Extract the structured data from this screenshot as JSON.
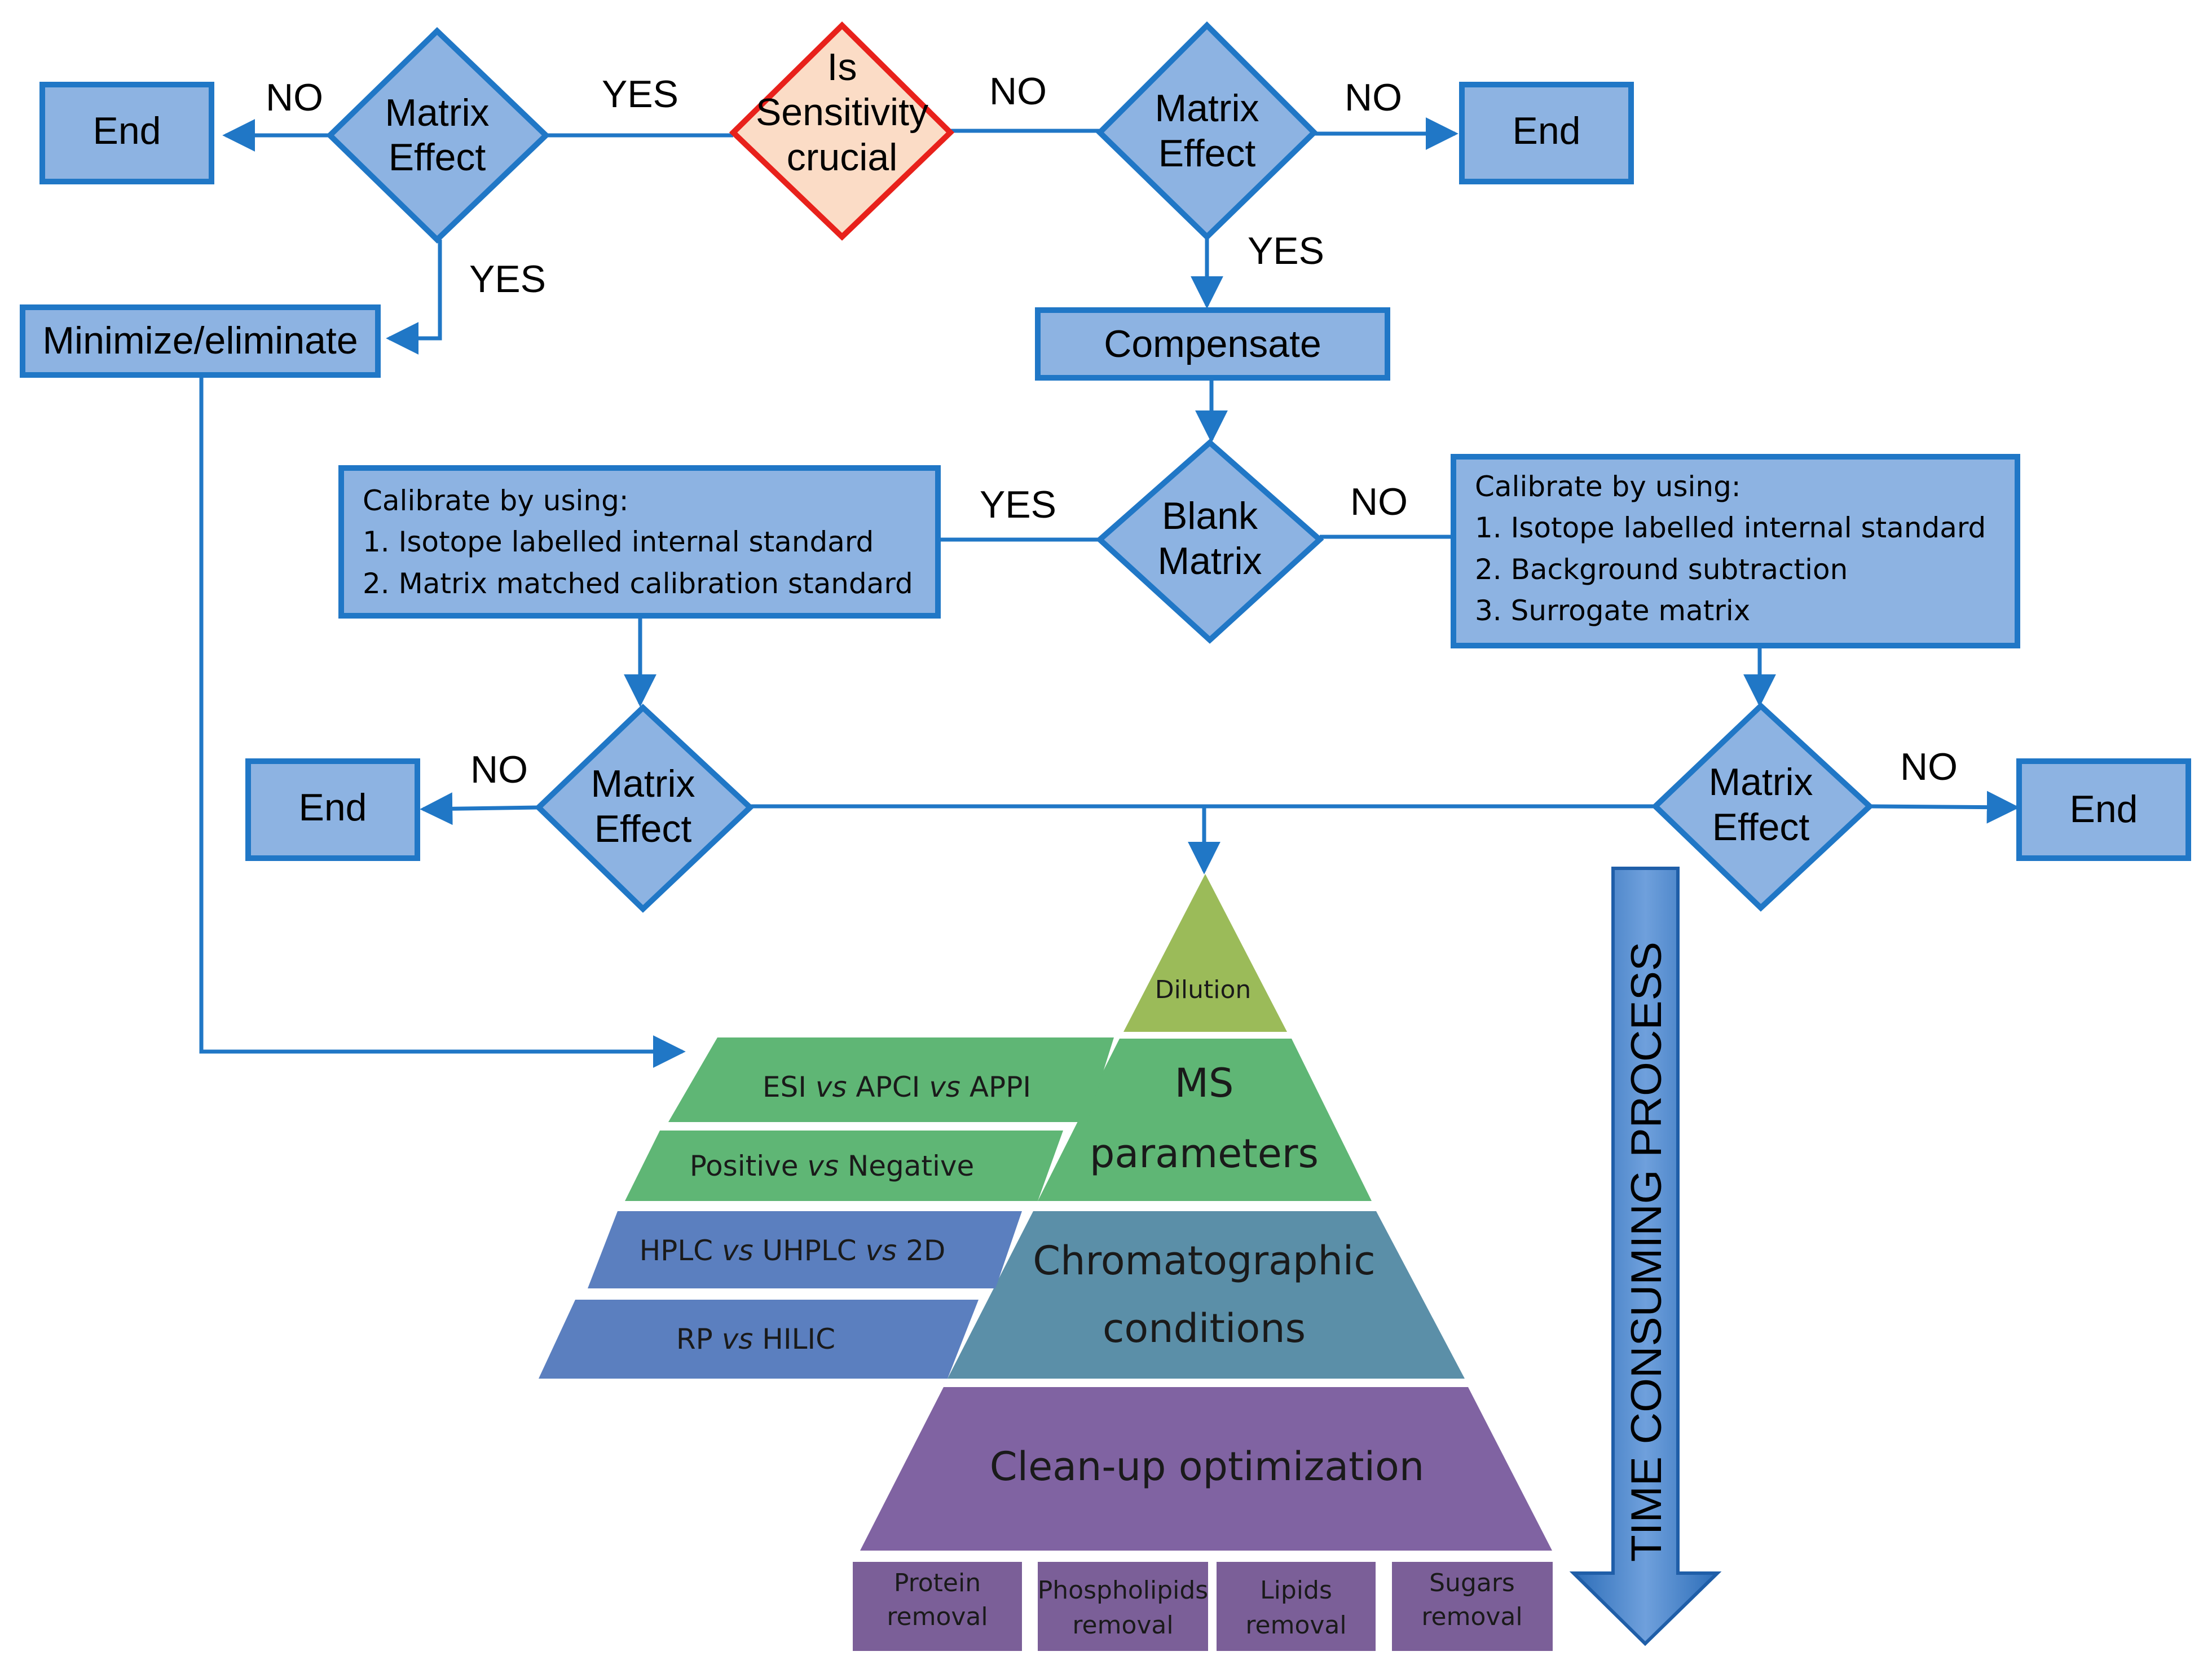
{
  "nodes": {
    "start": {
      "line1": "Is",
      "line2": "Sensitivity",
      "line3": "crucial"
    },
    "matrix_left": {
      "line1": "Matrix",
      "line2": "Effect"
    },
    "matrix_right": {
      "line1": "Matrix",
      "line2": "Effect"
    },
    "end_top_left": "End",
    "end_top_right": "End",
    "minimize": "Minimize/eliminate",
    "compensate": "Compensate",
    "blank": {
      "line1": "Blank",
      "line2": "Matrix"
    },
    "calib_left": {
      "title": "Calibrate by using:",
      "items": [
        "1. Isotope labelled internal standard",
        "2. Matrix matched calibration standard"
      ]
    },
    "calib_right": {
      "title": "Calibrate by using:",
      "items": [
        "1. Isotope labelled internal standard",
        "2. Background subtraction",
        "3. Surrogate matrix"
      ]
    },
    "matrix_mid_left": {
      "line1": "Matrix",
      "line2": "Effect"
    },
    "matrix_mid_right": {
      "line1": "Matrix",
      "line2": "Effect"
    },
    "end_mid_left": "End",
    "end_mid_right": "End"
  },
  "edge_labels": {
    "start_to_left": "YES",
    "start_to_right": "NO",
    "left_no": "NO",
    "left_yes": "YES",
    "right_no": "NO",
    "right_yes": "YES",
    "blank_yes": "YES",
    "blank_no": "NO",
    "mid_left_no": "NO",
    "mid_right_no": "NO"
  },
  "pyramid": {
    "tiers": [
      "Dilution",
      "MS",
      "parameters",
      "Chromatographic",
      "conditions",
      "Clean-up optimization"
    ],
    "ms_options": [
      {
        "a": "ESI ",
        "vs1": "vs",
        "b": " APCI ",
        "vs2": "vs",
        "c": " APPI"
      },
      {
        "a": "Positive ",
        "vs1": "vs",
        "b": " Negative"
      }
    ],
    "chrom_options": [
      {
        "a": "HPLC ",
        "vs1": "vs",
        "b": " UHPLC ",
        "vs2": "vs",
        "c": " 2D"
      },
      {
        "a": "RP ",
        "vs1": "vs",
        "b": " HILIC"
      }
    ],
    "cleanup_options": [
      {
        "line1": "Protein",
        "line2": "removal"
      },
      {
        "line1": "Phospholipids",
        "line2": "removal"
      },
      {
        "line1": "Lipids",
        "line2": "removal"
      },
      {
        "line1": "Sugars",
        "line2": "removal"
      }
    ]
  },
  "time_arrow": "TIME CONSUMING PROCESS",
  "colors": {
    "node_fill": "#8db3e2",
    "node_stroke": "#2077c6",
    "start_fill": "#fbdcc6",
    "start_stroke": "#e8211b",
    "dilution": "#9bbb59",
    "ms": "#5fb675",
    "chrom": "#5b8fa8",
    "chrom_options": "#5b7fbf",
    "cleanup": "#8063a2",
    "cleanup_options": "#7b5f98"
  }
}
